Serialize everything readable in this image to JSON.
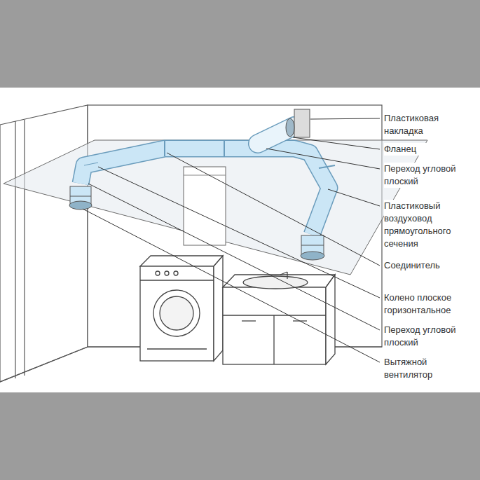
{
  "diagram": {
    "labels": [
      "Пластиковая накладка",
      "Фланец",
      "Переход угловой плоский",
      "Пластиковый воздуховод прямоугольного сечения",
      "Соединитель",
      "Колено плоское горизонтальное",
      "Переход угловой плоский",
      "Вытяжной вентилятор"
    ]
  }
}
